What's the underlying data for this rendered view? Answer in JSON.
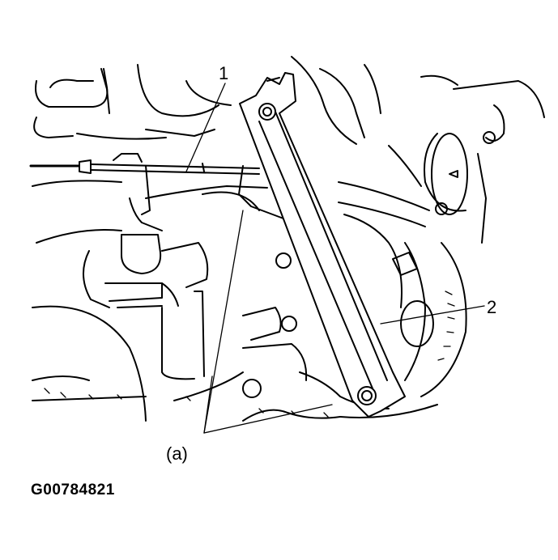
{
  "diagram": {
    "callouts": {
      "one": "1",
      "two": "2",
      "a": "(a)"
    },
    "figure_id": "G00784821"
  }
}
